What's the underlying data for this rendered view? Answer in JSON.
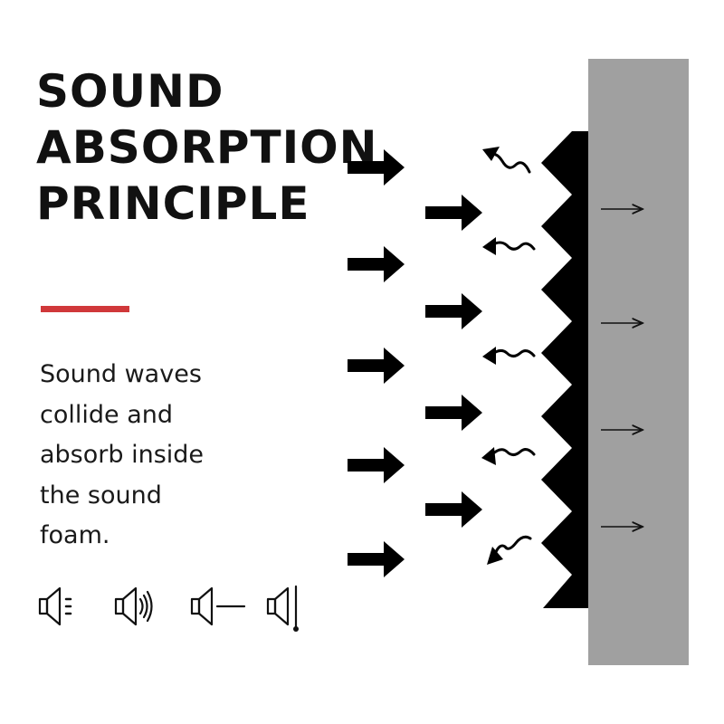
{
  "title": {
    "line1": "SOUND",
    "line2": "ABSORPTION",
    "line3": "PRINCIPLE"
  },
  "accent_color": "#d0383a",
  "description": {
    "line1": "Sound waves",
    "line2": "collide and",
    "line3": "absorb inside",
    "line4": "the sound",
    "line5": "foam."
  },
  "icons": [
    "speaker-low-icon",
    "speaker-loud-icon",
    "speaker-line-icon",
    "speaker-muted-icon"
  ],
  "diagram": {
    "wall_color": "#a0a0a0",
    "foam_color": "#000000",
    "incoming_wave_count": 9,
    "reflected_wave_count": 5,
    "transmitted_arrow_count": 4
  }
}
